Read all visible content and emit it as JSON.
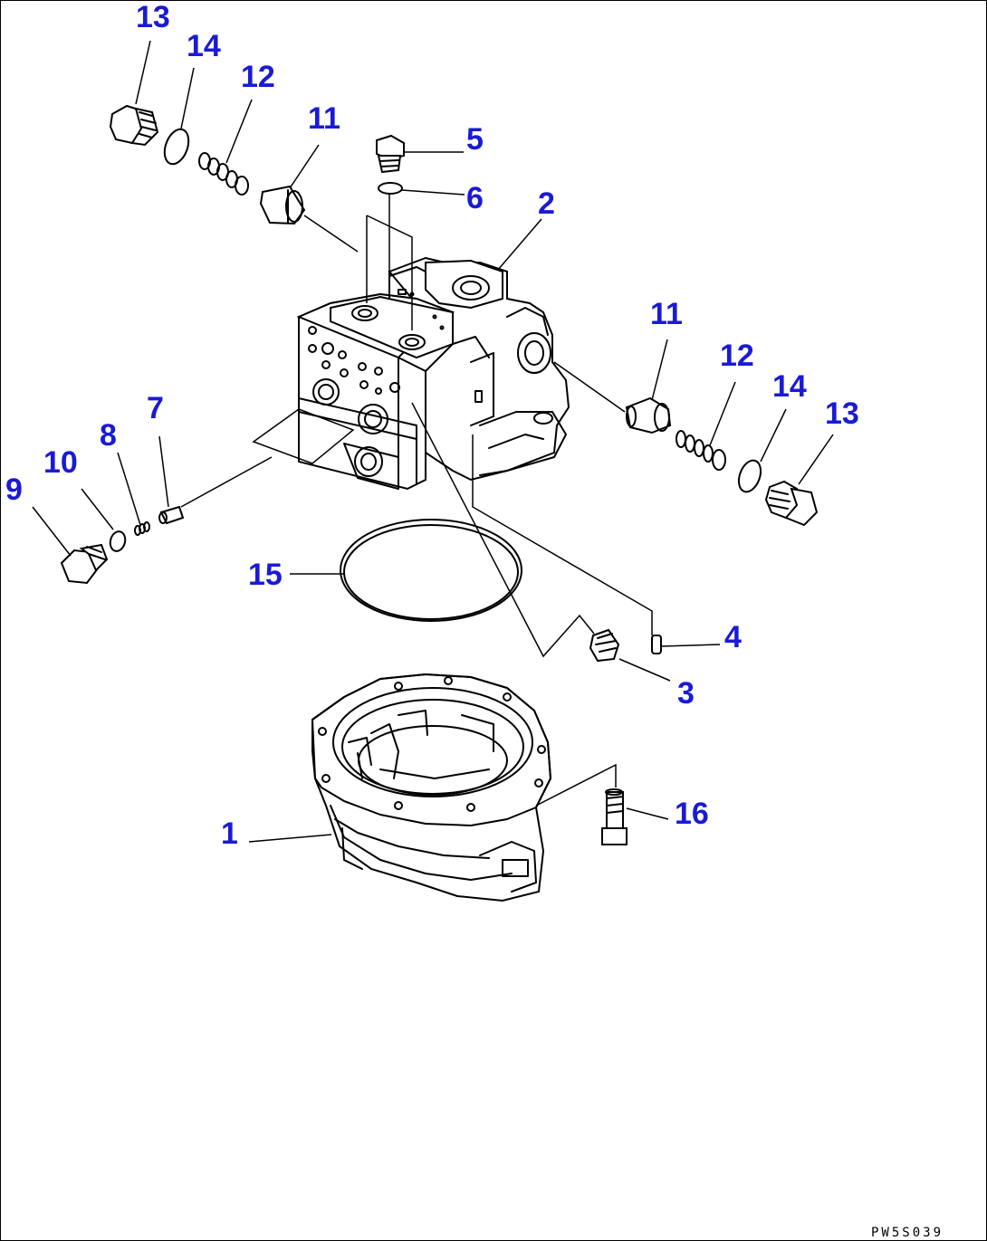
{
  "callouts": {
    "c1": "1",
    "c2": "2",
    "c3": "3",
    "c4": "4",
    "c5": "5",
    "c6": "6",
    "c7": "7",
    "c8": "8",
    "c9": "9",
    "c10": "10",
    "c11a": "11",
    "c11b": "11",
    "c12a": "12",
    "c12b": "12",
    "c13a": "13",
    "c13b": "13",
    "c14a": "14",
    "c14b": "14",
    "c15": "15",
    "c16": "16"
  },
  "drawing_code": "PW5S039",
  "colors": {
    "callout": "#1a1ad6",
    "line": "#000000",
    "background": "#ffffff"
  }
}
